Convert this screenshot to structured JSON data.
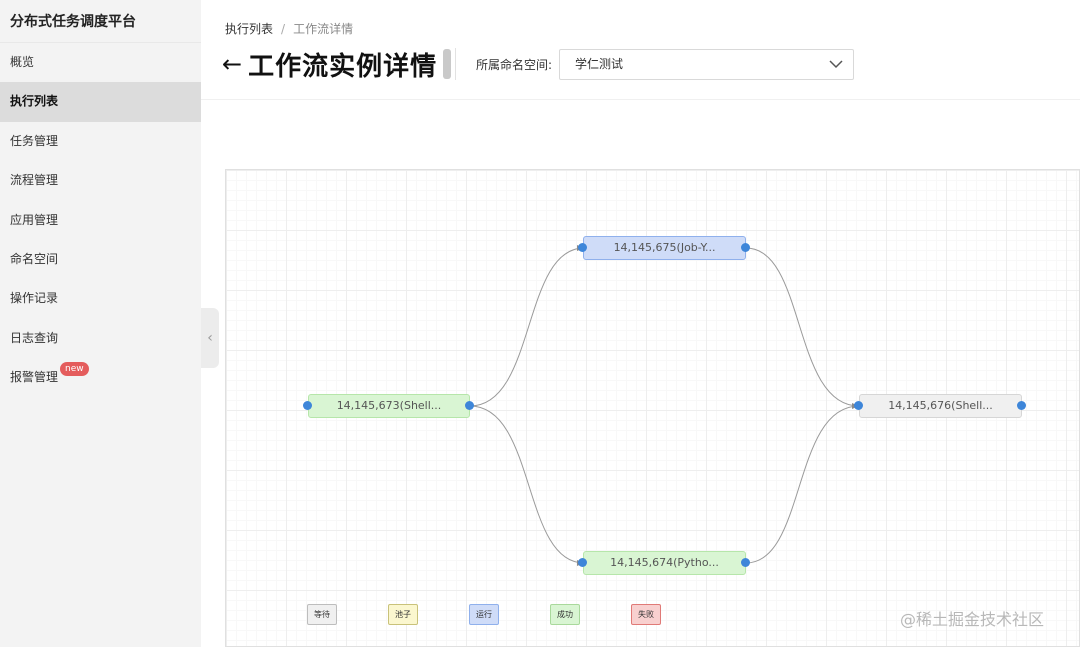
{
  "sidebar": {
    "brand": "分布式任务调度平台",
    "items": [
      {
        "label": "概览"
      },
      {
        "label": "执行列表"
      },
      {
        "label": "任务管理"
      },
      {
        "label": "流程管理"
      },
      {
        "label": "应用管理"
      },
      {
        "label": "命名空间"
      },
      {
        "label": "操作记录"
      },
      {
        "label": "日志查询"
      },
      {
        "label": "报警管理",
        "badge": "new"
      }
    ],
    "active_item": "执行列表"
  },
  "breadcrumb": {
    "parent": "执行列表",
    "separator": "/",
    "current": "工作流详情"
  },
  "header": {
    "back_icon": "left-arrow-icon",
    "title": "工作流实例详情",
    "namespace_label": "所属命名空间:",
    "namespace_value": "学仁测试"
  },
  "graph": {
    "nodes": [
      {
        "id": "n1",
        "label": "14,145,673(Shell...",
        "status": "success"
      },
      {
        "id": "n2",
        "label": "14,145,675(Job-Y...",
        "status": "running"
      },
      {
        "id": "n3",
        "label": "14,145,674(Pytho...",
        "status": "success"
      },
      {
        "id": "n4",
        "label": "14,145,676(Shell...",
        "status": "wait"
      }
    ],
    "edges": [
      [
        "n1",
        "n2"
      ],
      [
        "n1",
        "n3"
      ],
      [
        "n2",
        "n4"
      ],
      [
        "n3",
        "n4"
      ]
    ],
    "colors": {
      "edge": "#9a9a9a",
      "port": "#3e86d9"
    }
  },
  "legend": [
    {
      "label": "等待",
      "bg": "#f0f0f0",
      "border": "#bdbdbd"
    },
    {
      "label": "池子",
      "bg": "#fbf7cf",
      "border": "#c9c27a"
    },
    {
      "label": "运行",
      "bg": "#cfdcf8",
      "border": "#8fb0ec"
    },
    {
      "label": "成功",
      "bg": "#d9f5d3",
      "border": "#a9d99c"
    },
    {
      "label": "失败",
      "bg": "#f8d0cf",
      "border": "#e07a77"
    }
  ],
  "watermark": "@稀土掘金技术社区"
}
